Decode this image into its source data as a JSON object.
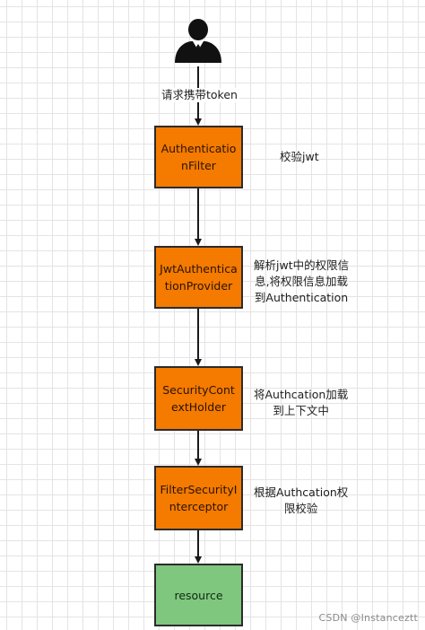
{
  "actor": {
    "icon": "user-icon"
  },
  "edges": [
    {
      "from": "actor",
      "to": "authentication-filter",
      "label": "请求携带token"
    },
    {
      "from": "authentication-filter",
      "to": "jwt-authentication-provider",
      "label": ""
    },
    {
      "from": "jwt-authentication-provider",
      "to": "security-context-holder",
      "label": ""
    },
    {
      "from": "security-context-holder",
      "to": "filter-security-interceptor",
      "label": ""
    },
    {
      "from": "filter-security-interceptor",
      "to": "resource",
      "label": ""
    }
  ],
  "nodes": [
    {
      "id": "authentication-filter",
      "label": "AuthenticationFilter",
      "note": "校验jwt",
      "color": "#f47a00"
    },
    {
      "id": "jwt-authentication-provider",
      "label": "JwtAuthenticationProvider",
      "note": "解析jwt中的权限信\n息,将权限信息加载\n到Authentication",
      "color": "#f47a00"
    },
    {
      "id": "security-context-holder",
      "label": "SecurityContextHolder",
      "note": "将Authcation加载\n到上下文中",
      "color": "#f47a00"
    },
    {
      "id": "filter-security-interceptor",
      "label": "FilterSecurityInterceptor",
      "note": "根据Authcation权\n限校验",
      "color": "#f47a00"
    },
    {
      "id": "resource",
      "label": "resource",
      "note": "",
      "color": "#7fc77f"
    }
  ],
  "watermark": "CSDN @Instanceztt"
}
